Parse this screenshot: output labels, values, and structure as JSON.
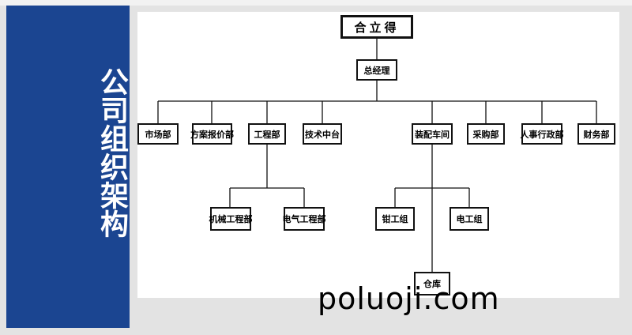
{
  "sidebar": {
    "title": "公司组织架构"
  },
  "org": {
    "root": "合立得",
    "manager": "总经理",
    "departments": [
      "市场部",
      "方案报价部",
      "工程部",
      "技术中台",
      "装配车间",
      "采购部",
      "人事行政部",
      "财务部"
    ],
    "engineering_groups": [
      "机械工程部",
      "电气工程部"
    ],
    "assembly_groups": [
      "钳工组",
      "电工组"
    ],
    "warehouse": "仓库"
  },
  "watermark": "poluoji.com",
  "colors": {
    "sidebar": "#1b4591",
    "background": "#e3e3e3",
    "canvas": "#ffffff",
    "line": "#111111"
  }
}
